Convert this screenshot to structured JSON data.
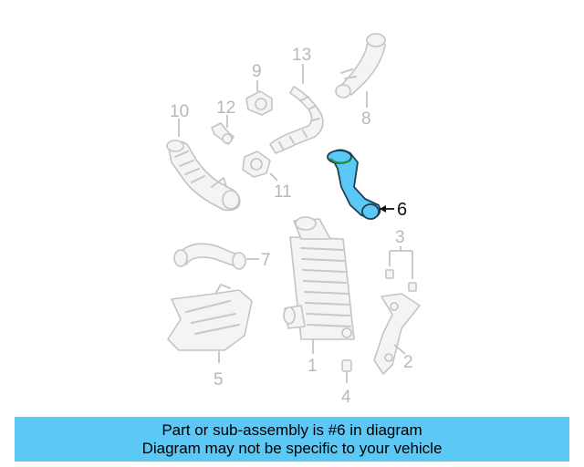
{
  "diagram": {
    "highlight_color": "#5bc8f5",
    "callouts": {
      "c1": "1",
      "c2": "2",
      "c3": "3",
      "c4": "4",
      "c5": "5",
      "c6": "6",
      "c7": "7",
      "c8": "8",
      "c9": "9",
      "c10": "10",
      "c11": "11",
      "c12": "12",
      "c13": "13"
    },
    "highlighted_part": "6"
  },
  "banner": {
    "line1": "Part or sub-assembly is #6 in diagram",
    "line2": "Diagram may not be specific to your vehicle",
    "background": "#5bc8f5"
  }
}
